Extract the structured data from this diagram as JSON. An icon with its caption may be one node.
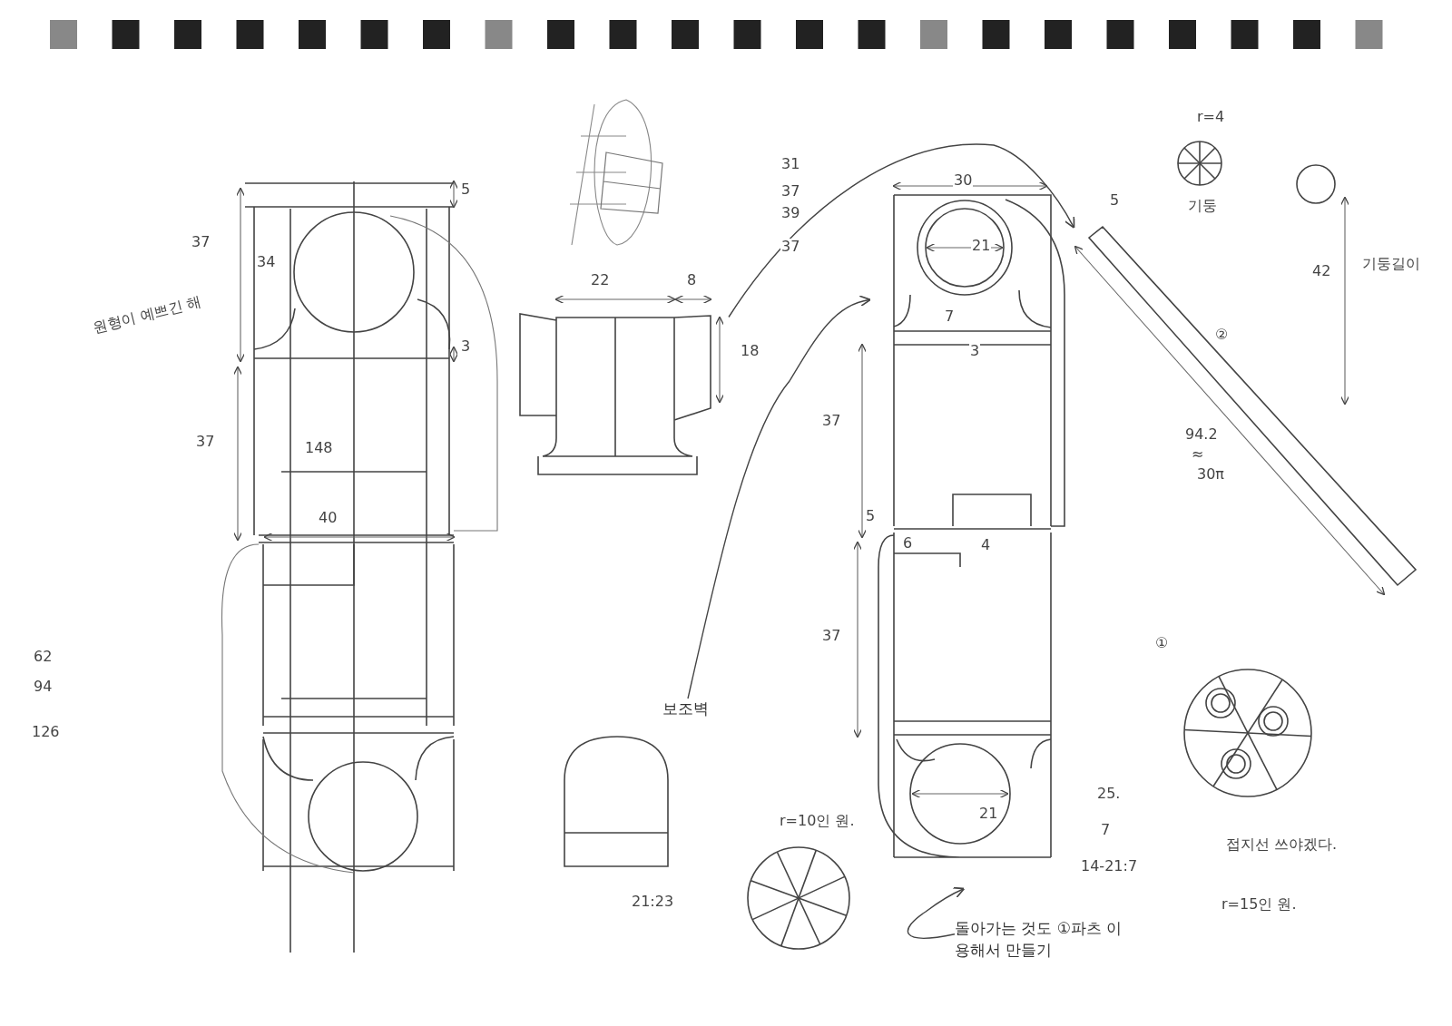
{
  "diagram": {
    "nodes": [
      {
        "text": [],
        "shape": "picture"
      },
      {
        "text": [],
        "shape": "picture"
      },
      {
        "text": [
          "보조벽"
        ]
      },
      {
        "text": [
          "돌아가는 것도 ①파츠 이용해서 만들기"
        ]
      }
    ],
    "edges": [
      {
        "from": 0,
        "to": 1,
        "arrow": "to"
      },
      {
        "from": 2,
        "to": 1,
        "arrow": "to"
      },
      {
        "from": 3,
        "to": 1,
        "arrow": "to"
      }
    ],
    "labels": [
      "r=4",
      "31",
      "5",
      "30",
      "37",
      "39",
      "37",
      "37",
      "34",
      "5",
      "기둥",
      "42",
      "기둥길이",
      "원형이 예쁘긴 해",
      "22",
      "8",
      "21",
      "7",
      "3",
      "3",
      "18",
      "②",
      "37",
      "148",
      "37",
      "94.2",
      "≈",
      "30π",
      "40",
      "5",
      "6",
      "4",
      "62",
      "94",
      "126",
      "37",
      "①",
      "21",
      "25.",
      "r=10인 원.",
      "7",
      "접지선 쓰야겠다.",
      "14-21:7",
      "21:23",
      "r=15인 원."
    ]
  }
}
